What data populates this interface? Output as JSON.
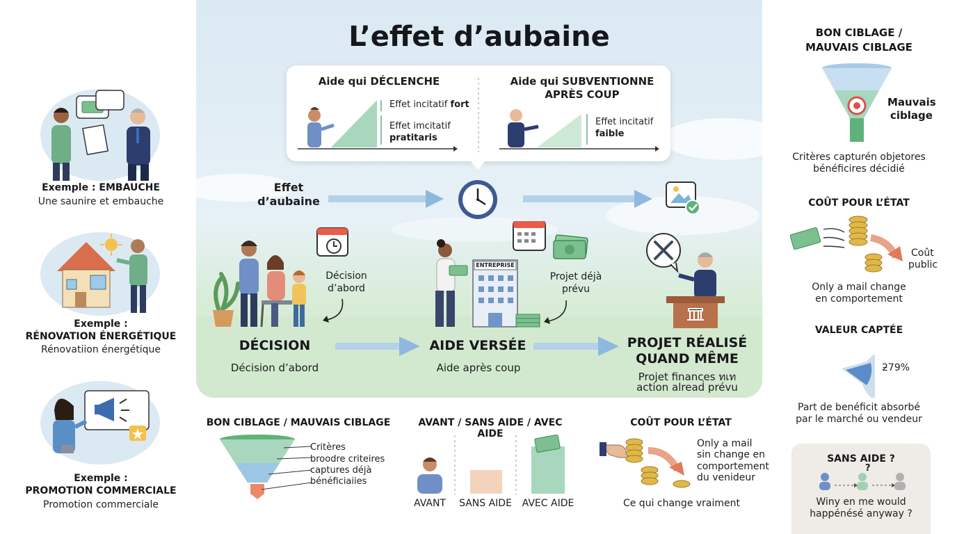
{
  "title": "L’effet d’aubaine",
  "bubble": {
    "left_title": "Aide qui DÉCLENCHE",
    "left_label1_prefix": "Effet incitatif ",
    "left_label1_strong": "fort",
    "left_label2": "Effet imcitatif",
    "left_label2_strong": "pratitaris",
    "right_title_line1": "Aide qui SUBVENTIONNE",
    "right_title_line2": "APRÈS COUP",
    "right_label": "Effet incitatif",
    "right_label_strong": "faible"
  },
  "effet_label_line1": "Effet",
  "effet_label_line2": "d’aubaine",
  "enterprise_sign": "ENTREPRISE",
  "decision_note_line1": "Décision",
  "decision_note_line2": "d’abord",
  "projet_note_line1": "Projet déjà",
  "projet_note_line2": "prévu",
  "stages": [
    {
      "title": "DÉCISION",
      "subtitle": "Décision d’abord"
    },
    {
      "title": "AIDE VERSÉE",
      "subtitle": "Aide après coup"
    },
    {
      "title_line1": "PROJET RÉALISÉ",
      "title_line2": "QUAND MÊME",
      "subtitle_line1": "Projet finances ทเท",
      "subtitle_line2": "action alreaḋ prévu"
    }
  ],
  "left_examples": [
    {
      "title": "Exemple : EMBAUCHE",
      "subtitle": "Une saunire et embauche"
    },
    {
      "title_line1": "Exemple :",
      "title_line2": "RÉNOVATION ÉNERGÉTIQUE",
      "subtitle": "Rénovatiion énergétique"
    },
    {
      "title_line1": "Exemple :",
      "title_line2": "PROMOTION COMMERCIALE",
      "subtitle": "Promotion commerciale"
    }
  ],
  "bottom": {
    "ciblage_title": "BON CIBLAGE / MAUVAIS CIBLAGE",
    "ciblage_labels": [
      "Critères",
      "broodre criteires",
      "captures déjà",
      "bénéficiaiies"
    ],
    "avant_title": "AVANT / SANS AIDE / AVEC AIDE",
    "avant_labels": [
      "AVANT",
      "SANS AIDE",
      "AVEC AIDE"
    ],
    "cout_title": "COÛT POUR L’ÉTAT",
    "cout_labels": [
      "Only a mail",
      "sin change en",
      "comportement",
      "du venideur"
    ],
    "cout_caption": "Ce qui change vraiment"
  },
  "right": {
    "ciblage_title_line1": "BON CIBLAGE /",
    "ciblage_title_line2": "MAUVAIS CIBLAGE",
    "funnel_label_line1": "Mauvais",
    "funnel_label_line2": "ciblage",
    "ciblage_text_line1": "Critères capturén objetores",
    "ciblage_text_line2": "bénéficires décidié",
    "cout_title": "COÛT POUR L’ÉTAT",
    "cout_label_line1": "Coût",
    "cout_label_line2": "public",
    "cout_text_line1": "Only a mail change",
    "cout_text_line2": "en comportement",
    "valeur_title": "VALEUR CAPTÉE",
    "valeur_percent": "ƻ79%",
    "valeur_text_line1": "Part de benéficit absorbé",
    "valeur_text_line2": "par le marché ou vendeur",
    "sans_title": "SANS AIDE ?",
    "sans_question": "?",
    "sans_text_line1": "Winy en me would",
    "sans_text_line2": "happénésé anyway ?"
  },
  "colors": {
    "accent_green": "#9fd1b2",
    "arrow_blue": "#8fb8df",
    "navy": "#2d3d6e",
    "coin": "#e0b84a",
    "bill": "#7cc08f"
  }
}
